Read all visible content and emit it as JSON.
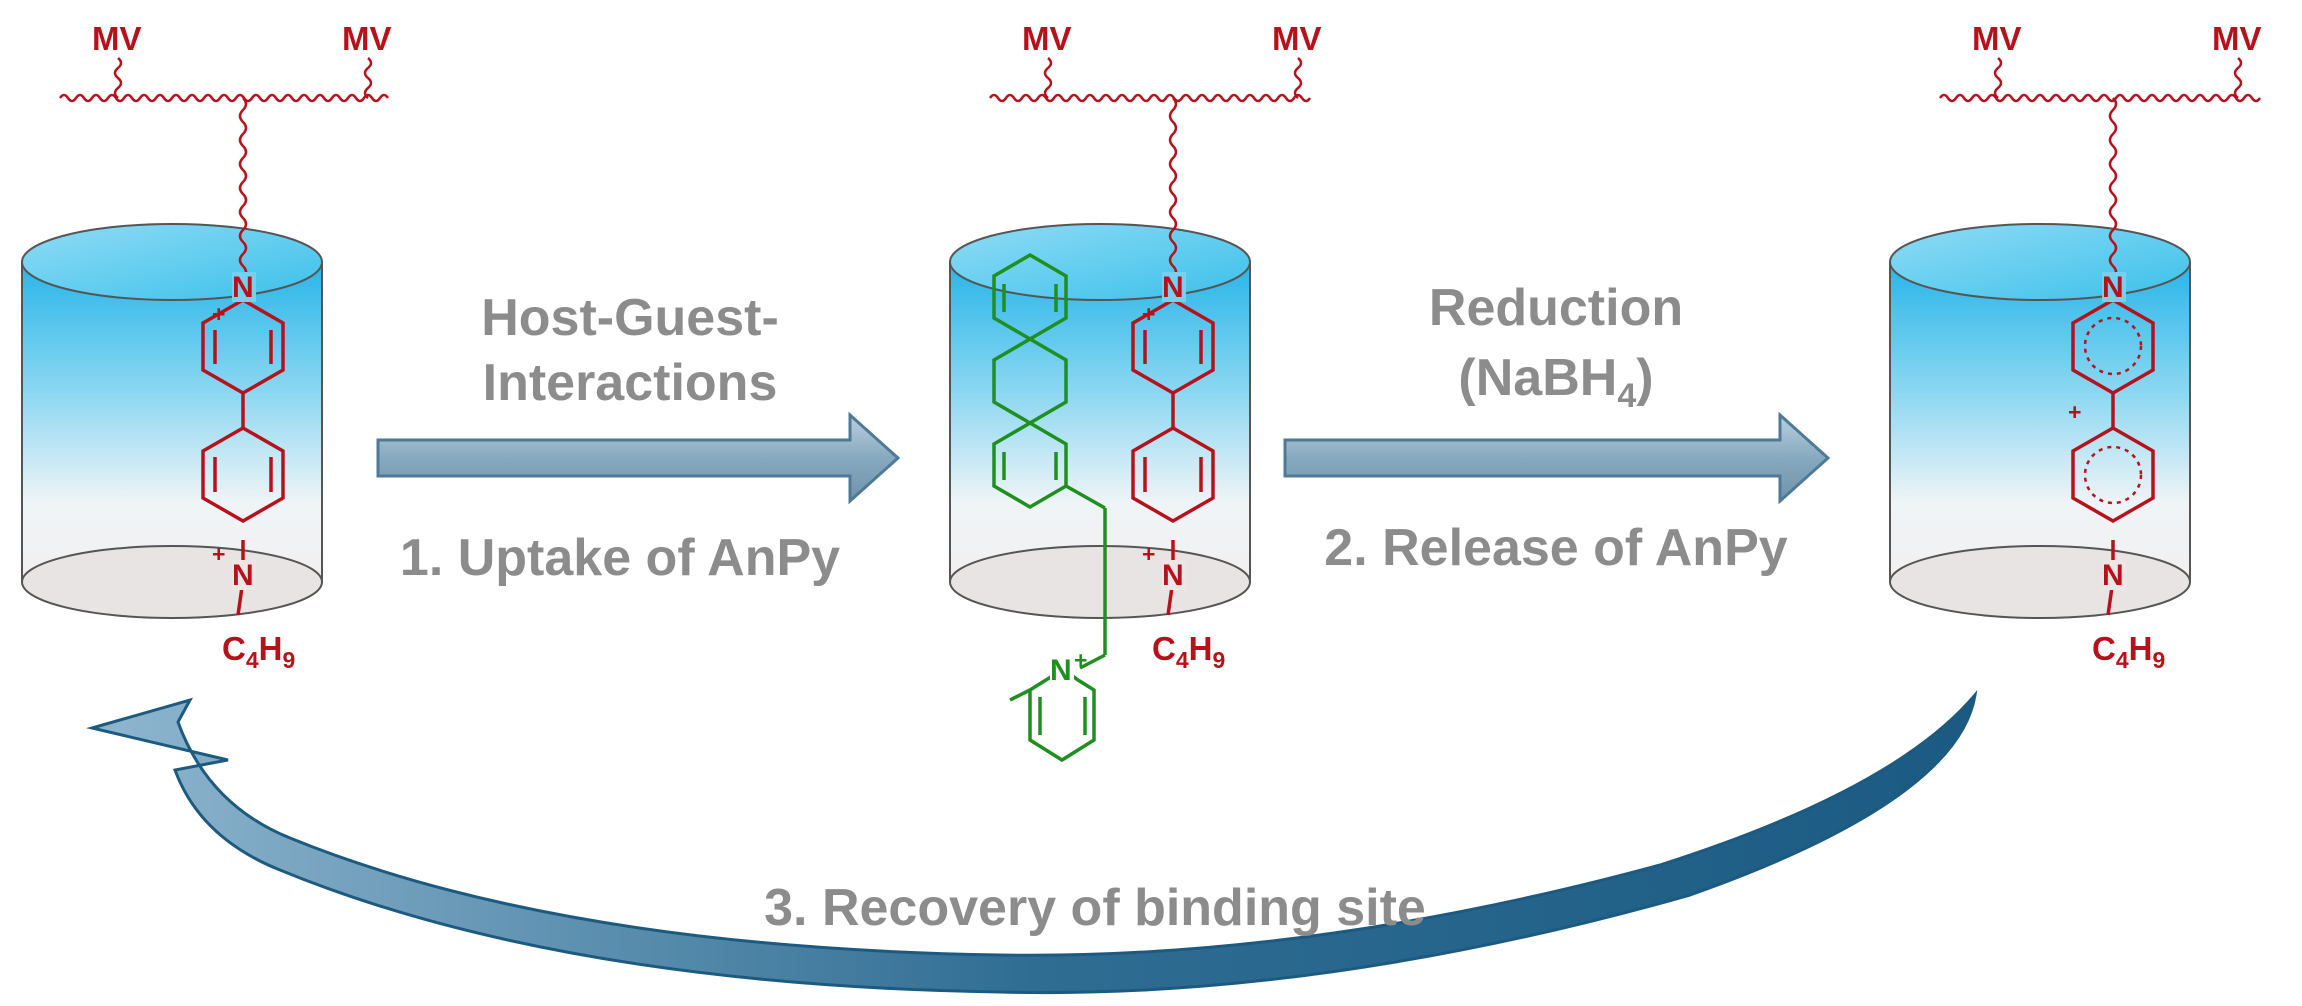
{
  "steps": {
    "uptake_line1": "Host-Guest-",
    "uptake_line2": "Interactions",
    "uptake_step": "1. Uptake of AnPy",
    "release_line1": "Reduction",
    "release_line2_pre": "(NaBH",
    "release_line2_sub": "4",
    "release_line2_post": ")",
    "release_step": "2. Release of AnPy",
    "recovery_step": "3. Recovery of binding site"
  },
  "chem": {
    "polymer_group": "MV",
    "nitrogen": "N",
    "plus": "+",
    "butyl_c": "C",
    "butyl_c_sub": "4",
    "butyl_h": "H",
    "butyl_h_sub": "9"
  },
  "colors": {
    "viologen": "#b5121b",
    "guest_anpy": "#1f8f1f",
    "arrow_fill": "#7fa6be",
    "cylinder_top": "#4dc6ec",
    "label_gray": "#8c8c8c"
  }
}
